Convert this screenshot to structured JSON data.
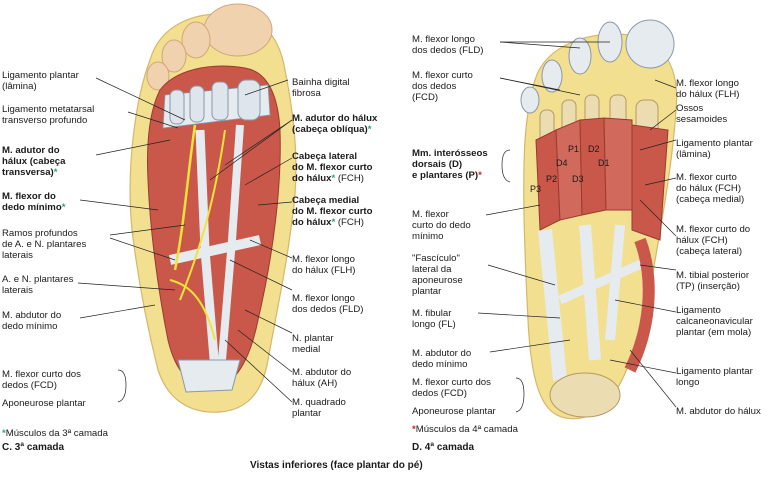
{
  "left_panel": {
    "title": "C. 3ª camada",
    "legend_star": "*",
    "legend_text": "Músculos da 3ª camada",
    "labels": {
      "ligamento_plantar": "Ligamento plantar\n(lâmina)",
      "ligamento_metatarsal": "Ligamento metatarsal\ntransverso profundo",
      "adutor_transverso": "M. adutor do\nhálux (cabeça\ntransversa)",
      "flexor_dedo_minimo": "M. flexor do\ndedo mínimo",
      "ramos_profundos": "Ramos profundos\nde A. e N. plantares\nlaterais",
      "a_n_plantares_laterais": "A. e N. plantares\nlaterais",
      "abdutor_dedo_minimo": "M. abdutor do\ndedo mínimo",
      "flexor_curto_dedos": "M. flexor curto dos\ndedos (FCD)",
      "aponeurose_plantar": "Aponeurose plantar",
      "bainha_digital": "Bainha digital\nfibrosa",
      "adutor_obliqua": "M. adutor do hálux\n(cabeça oblíqua)",
      "cabeca_lateral_fch": "Cabeça lateral\ndo M. flexor curto\ndo hálux",
      "cabeca_lateral_fch_abbr": "(FCH)",
      "cabeca_medial_fch": "Cabeça medial\ndo M. flexor curto\ndo hálux",
      "cabeca_medial_fch_abbr": "(FCH)",
      "flexor_longo_halux": "M. flexor longo\ndo hálux (FLH)",
      "flexor_longo_dedos": "M. flexor longo\ndos dedos (FLD)",
      "n_plantar_medial": "N. plantar\nmedial",
      "abdutor_halux": "M. abdutor do\nhálux (AH)",
      "quadrado_plantar": "M. quadrado\nplantar"
    }
  },
  "right_panel": {
    "title": "D. 4ª camada",
    "legend_star": "*",
    "legend_text": "Músculos da 4ª camada",
    "labels": {
      "flexor_longo_dedos": "M. flexor longo\ndos dedos (FLD)",
      "flexor_curto_dedos": "M. flexor curto\ndos dedos\n(FCD)",
      "interosseos": "Mm. interósseos\ndorsais (D)\ne plantares (P)",
      "flexor_curto_dedo_minimo": "M. flexor\ncurto do dedo\nmínimo",
      "fasciculo_lateral": "\"Fascículo\"\nlateral da\naponeurose\nplantar",
      "fibular_longo": "M. fibular\nlongo (FL)",
      "abdutor_dedo_minimo": "M. abdutor do\ndedo mínimo",
      "flexor_curto_dedos_fcd": "M. flexor curto dos\ndedos (FCD)",
      "aponeurose_plantar": "Aponeurose plantar",
      "flexor_longo_halux": "M. flexor longo\ndo hálux (FLH)",
      "ossos_sesamoides": "Ossos\nsesamoides",
      "ligamento_plantar": "Ligamento plantar\n(lâmina)",
      "fch_medial": "M. flexor curto\ndo hálux (FCH)\n(cabeça medial)",
      "fch_lateral": "M. flexor curto do\nhálux (FCH)\n(cabeça lateral)",
      "tibial_posterior": "M. tibial posterior\n(TP) (inserção)",
      "ligamento_calcaneonavicular": "Ligamento\ncalcaneonavicular\nplantar (em mola)",
      "ligamento_plantar_longo": "Ligamento plantar\nlongo",
      "abdutor_halux": "M. abdutor do hálux"
    },
    "interosseous_marks": [
      "P1",
      "D2",
      "D4",
      "D1",
      "P2",
      "D3",
      "P3"
    ]
  },
  "figure_caption": "Vistas inferiores (face plantar do pé)",
  "colors": {
    "skin": "#f0d2ae",
    "fat": "#f2df8f",
    "muscle": "#c9584a",
    "tendon": "#e6ebf0",
    "nerve": "#f2e23a",
    "bone": "#ecdcb2",
    "leader": "#222222",
    "green_star": "#2aa57a",
    "red_star": "#c0262b"
  }
}
